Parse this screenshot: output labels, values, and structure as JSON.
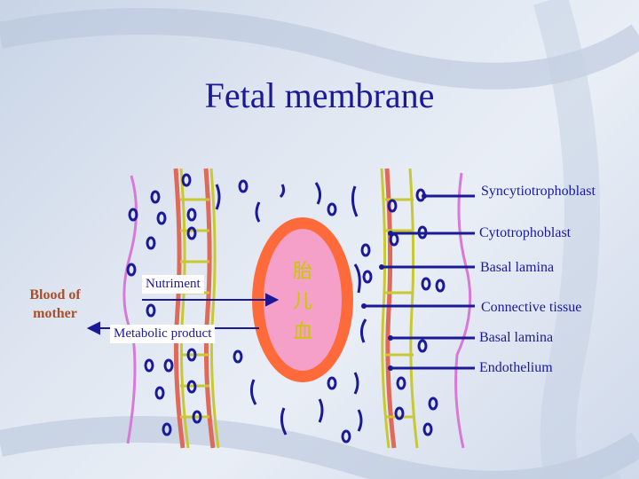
{
  "title": "Fetal membrane",
  "mother": {
    "line1": "Blood of",
    "line2": "mother"
  },
  "arrows": {
    "nutriment": "Nutriment",
    "metabolic": "Metabolic product"
  },
  "fetal_blood": [
    "胎",
    "儿",
    "血"
  ],
  "layers": [
    "Syncytiotrophoblast",
    "Cytotrophoblast",
    "Basal lamina",
    "Connective tissue",
    "Basal lamina",
    "Endothelium"
  ],
  "colors": {
    "title": "#1a1a99",
    "pointer": "#1a1a99",
    "cell_wall_red": "#e06a5a",
    "cell_wall_yellow": "#c8c830",
    "wavy_pink": "#d77ad7",
    "nucleus": "#1a1a99",
    "vessel_outer": "#ff6a3a",
    "vessel_inner": "#f5a0c8"
  }
}
